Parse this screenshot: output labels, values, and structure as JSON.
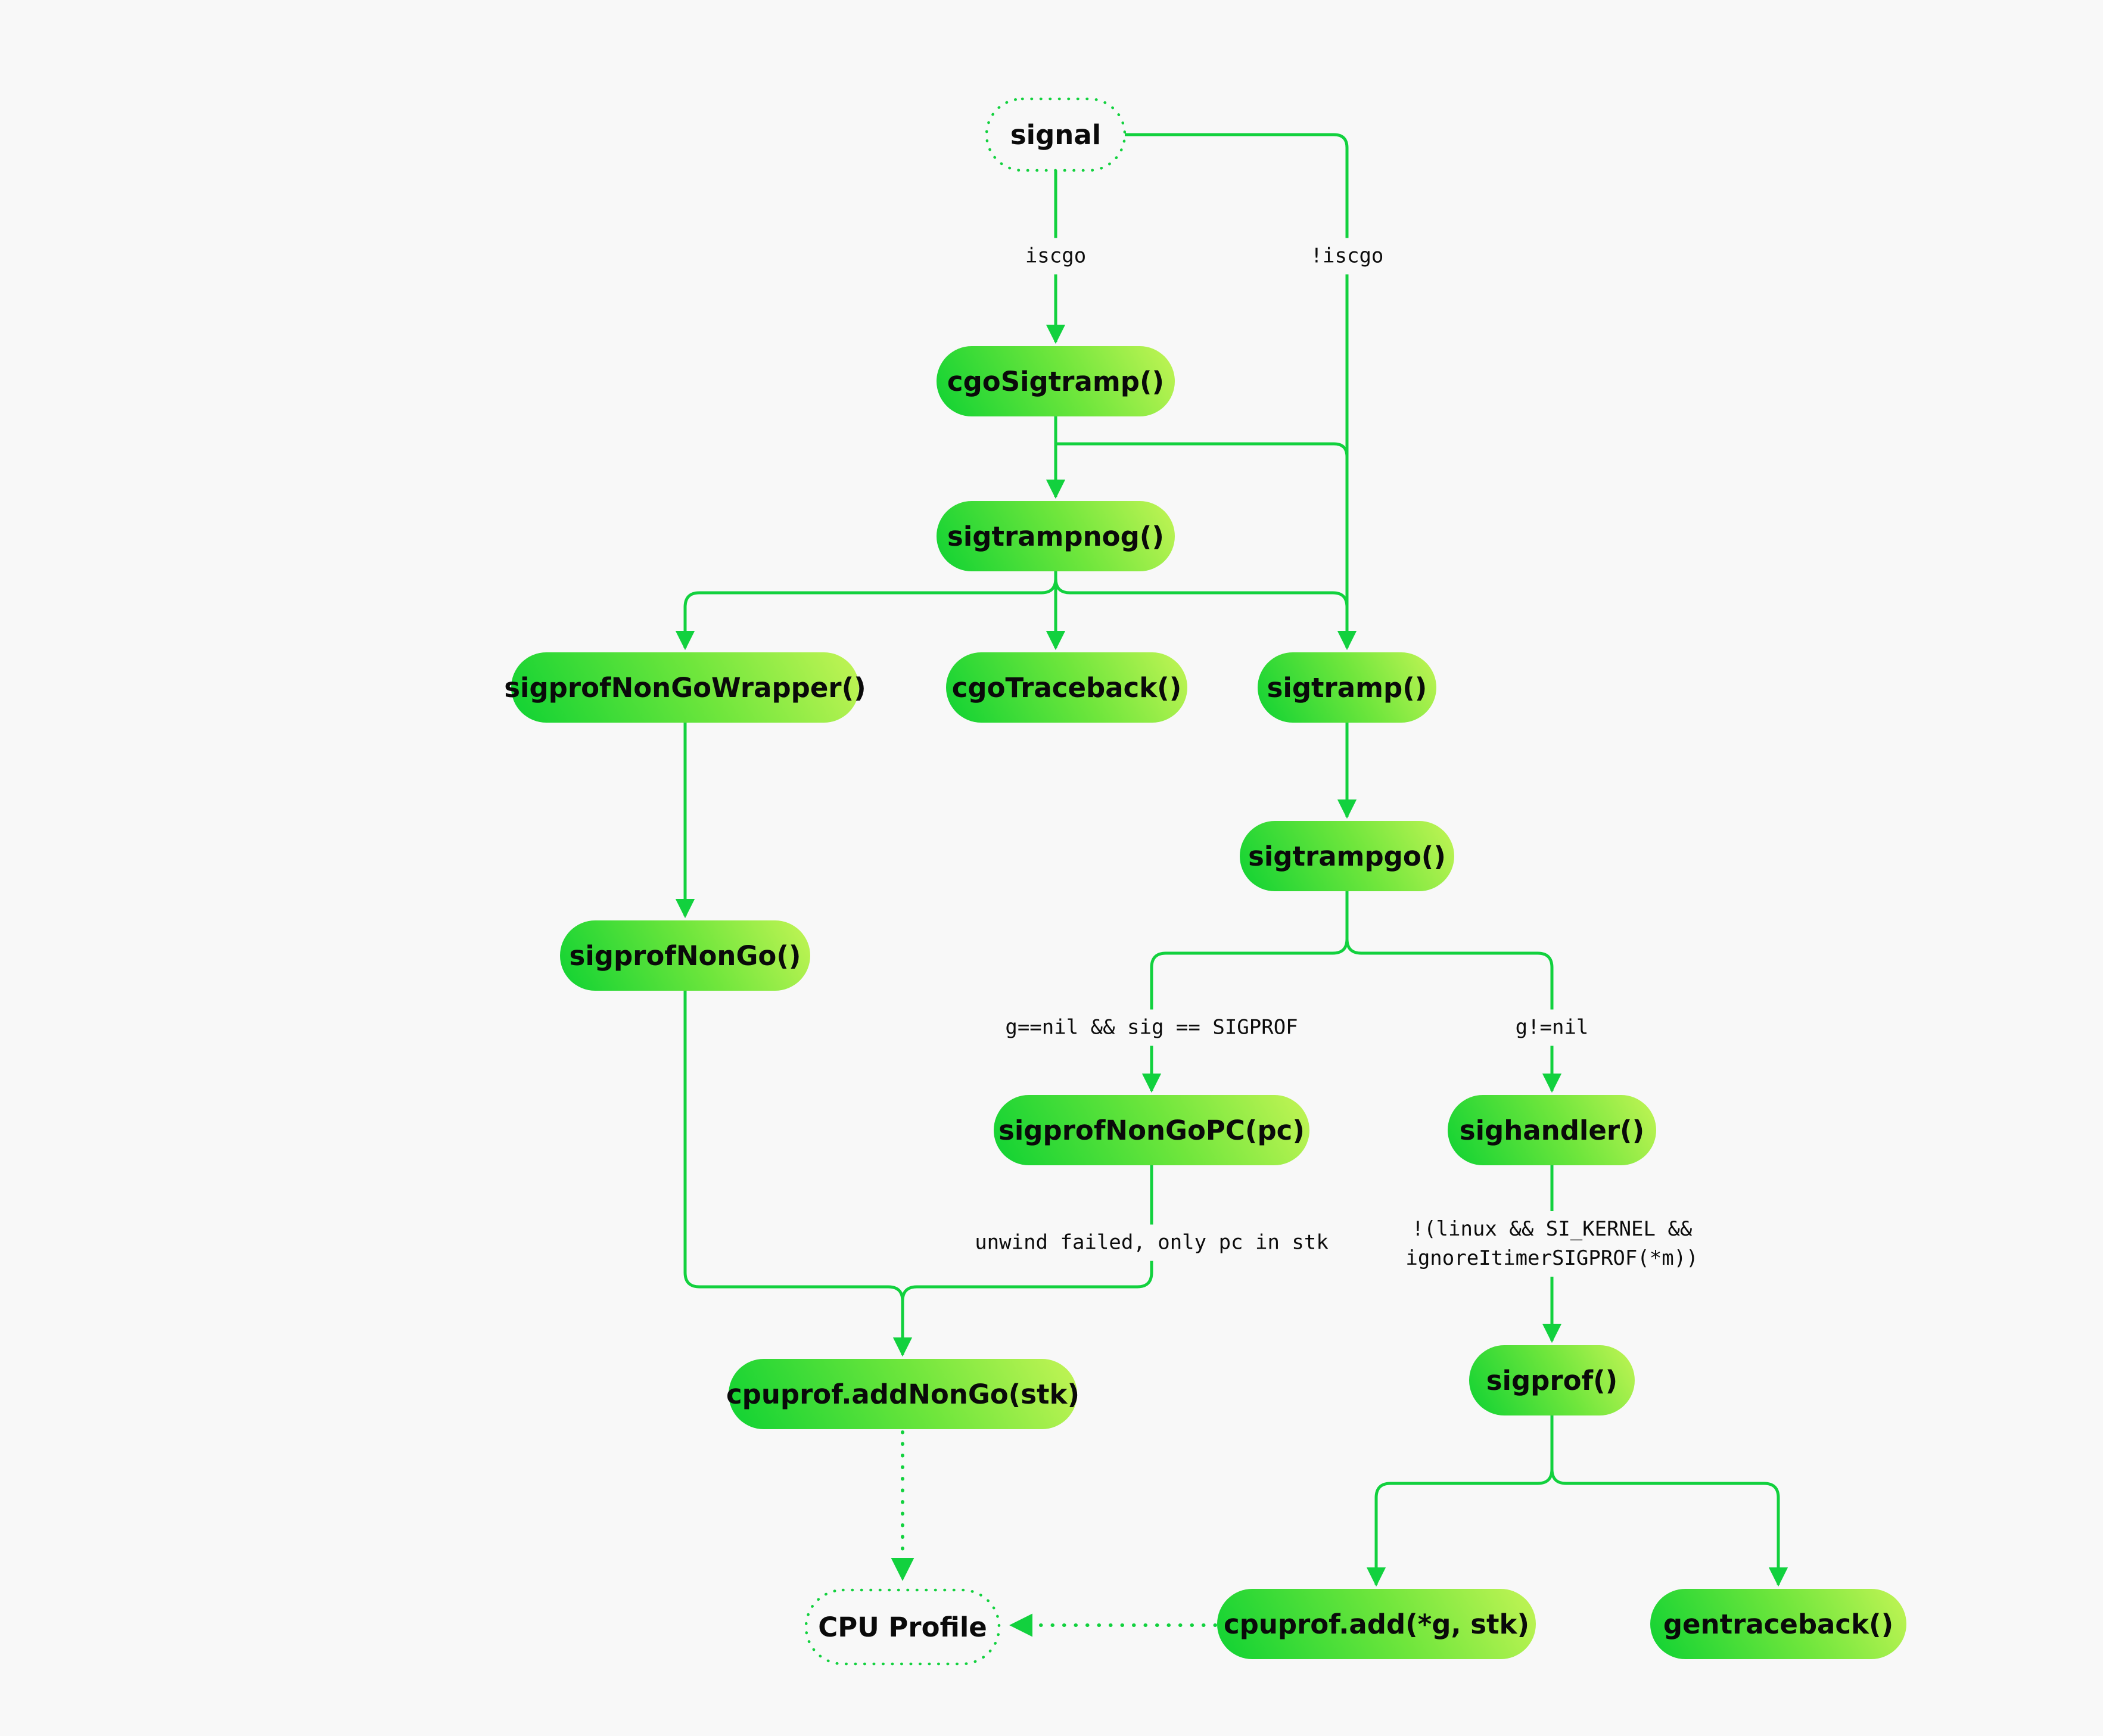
{
  "colors": {
    "background": "#f8f8f8",
    "edge_green": "#12d13e",
    "node_gradient_start": "#0fd233",
    "node_gradient_end": "#c3f455",
    "node_text": "#0a0a0a"
  },
  "nodes": {
    "signal": {
      "label": "signal",
      "style": "dotted-terminal"
    },
    "cgo_sigtramp": {
      "label": "cgoSigtramp()",
      "style": "gradient-pill"
    },
    "sigtrampnog": {
      "label": "sigtrampnog()",
      "style": "gradient-pill"
    },
    "sigprof_non_go_wrapper": {
      "label": "sigprofNonGoWrapper()",
      "style": "gradient-pill"
    },
    "cgo_traceback": {
      "label": "cgoTraceback()",
      "style": "gradient-pill"
    },
    "sigtramp": {
      "label": "sigtramp()",
      "style": "gradient-pill"
    },
    "sigtrampgo": {
      "label": "sigtrampgo()",
      "style": "gradient-pill"
    },
    "sigprof_non_go": {
      "label": "sigprofNonGo()",
      "style": "gradient-pill"
    },
    "sigprof_non_go_pc": {
      "label": "sigprofNonGoPC(pc)",
      "style": "gradient-pill"
    },
    "sighandler": {
      "label": "sighandler()",
      "style": "gradient-pill"
    },
    "cpuprof_add_non_go": {
      "label": "cpuprof.addNonGo(stk)",
      "style": "gradient-pill"
    },
    "sigprof": {
      "label": "sigprof()",
      "style": "gradient-pill"
    },
    "cpu_profile": {
      "label": "CPU Profile",
      "style": "dotted-terminal"
    },
    "cpuprof_add": {
      "label": "cpuprof.add(*g, stk)",
      "style": "gradient-pill"
    },
    "gentraceback": {
      "label": "gentraceback()",
      "style": "gradient-pill"
    }
  },
  "edge_labels": {
    "iscgo": "iscgo",
    "not_iscgo": "!iscgo",
    "g_nil_and_sigprof": "g==nil && sig == SIGPROF",
    "g_not_nil": "g!=nil",
    "unwind_failed": "unwind failed, only pc in stk",
    "sighandler_cond_line1": "!(linux && SI_KERNEL &&",
    "sighandler_cond_line2": "ignoreItimerSIGPROF(*m))"
  }
}
